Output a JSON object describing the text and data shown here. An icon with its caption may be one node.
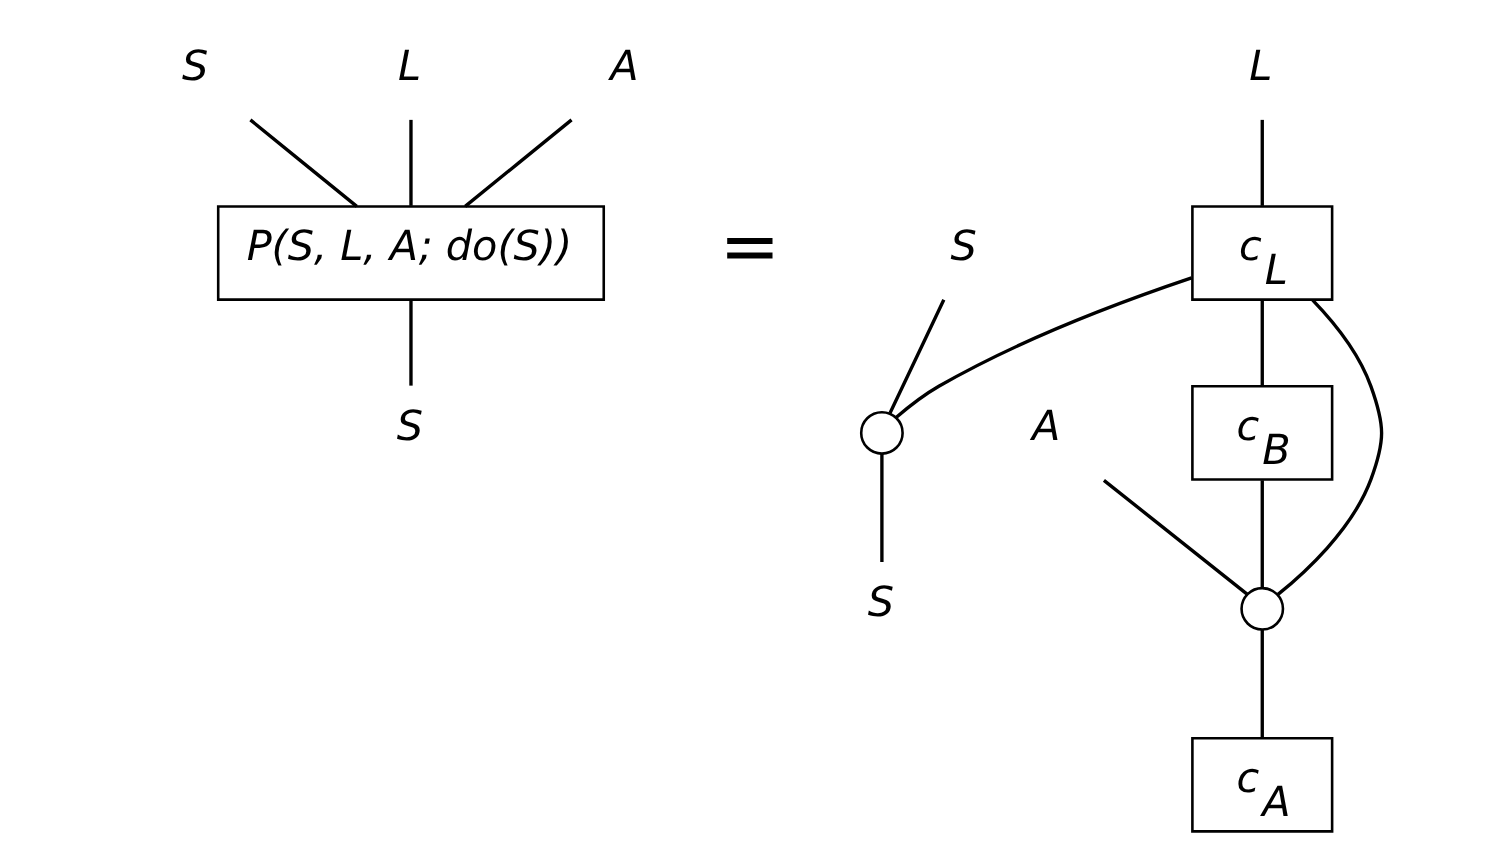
{
  "diagram": {
    "nodes": [
      {
        "text": [
          "S"
        ]
      },
      {
        "text": [
          "L"
        ]
      },
      {
        "text": [
          "A"
        ]
      },
      {
        "text": [
          "P(S, L, A; do(S))"
        ]
      },
      {
        "text": [
          "S"
        ]
      },
      {
        "text": [
          "S"
        ]
      },
      {
        "text": [
          "L"
        ]
      },
      {
        "text": [
          "A"
        ]
      },
      {
        "text": [
          "c$_{L}$"
        ]
      },
      {
        "text": [],
        "shape": "circle"
      },
      {
        "text": [
          "c$_{B}$"
        ]
      },
      {
        "text": [],
        "shape": "circle"
      },
      {
        "text": [
          "c$_{A}$"
        ]
      },
      {
        "text": [
          "S"
        ]
      }
    ],
    "edges": [
      {
        "from": 0,
        "to": 3,
        "arrow": "none"
      },
      {
        "from": 1,
        "to": 3,
        "arrow": "none"
      },
      {
        "from": 2,
        "to": 3,
        "arrow": "none"
      },
      {
        "from": 3,
        "to": 4,
        "arrow": "none"
      },
      {
        "from": 5,
        "to": 9,
        "arrow": "none"
      },
      {
        "from": 6,
        "to": 8,
        "arrow": "none"
      },
      {
        "from": 8,
        "to": 9,
        "arrow": "none"
      },
      {
        "from": 8,
        "to": 10,
        "arrow": "none"
      },
      {
        "from": 8,
        "to": 11,
        "arrow": "none"
      },
      {
        "from": 10,
        "to": 11,
        "arrow": "none"
      },
      {
        "from": 7,
        "to": 11,
        "arrow": "none"
      },
      {
        "from": 11,
        "to": 12,
        "arrow": "none"
      },
      {
        "from": 9,
        "to": 13,
        "arrow": "none"
      }
    ],
    "labels": [
      "="
    ]
  }
}
